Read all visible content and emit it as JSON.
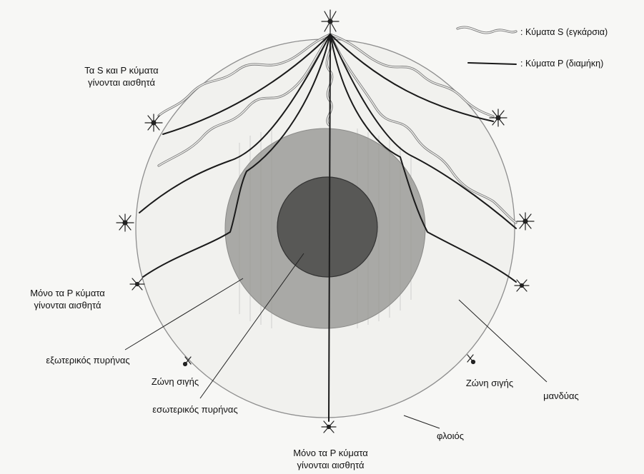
{
  "legend": {
    "s_waves": ": Κύματα S (εγκάρσια)",
    "p_waves": ": Κύματα P (διαμήκη)"
  },
  "labels": {
    "top_left_l1": "Τα S και P κύματα",
    "top_left_l2": "γίνονται αισθητά",
    "mid_left_l1": "Μόνο τα P κύματα",
    "mid_left_l2": "γίνονται αισθητά",
    "bottom_l1": "Μόνο τα P κύματα",
    "bottom_l2": "γίνονται αισθητά",
    "shadow_left": "Ζώνη σιγής",
    "shadow_right": "Ζώνη σιγής",
    "outer_core": "εξωτερικός πυρήνας",
    "inner_core": "εσωτερικός πυρήνας",
    "mantle": "μανδύας",
    "crust": "φλοιός"
  },
  "colors": {
    "mantle": "#f1f1ee",
    "outer_core": "#a9a9a6",
    "inner_core": "#585856",
    "p_wave": "#1a1a1a",
    "s_wave": "#8a8a8a"
  },
  "icons": {
    "seismograph": "seismograph-station-icon"
  }
}
